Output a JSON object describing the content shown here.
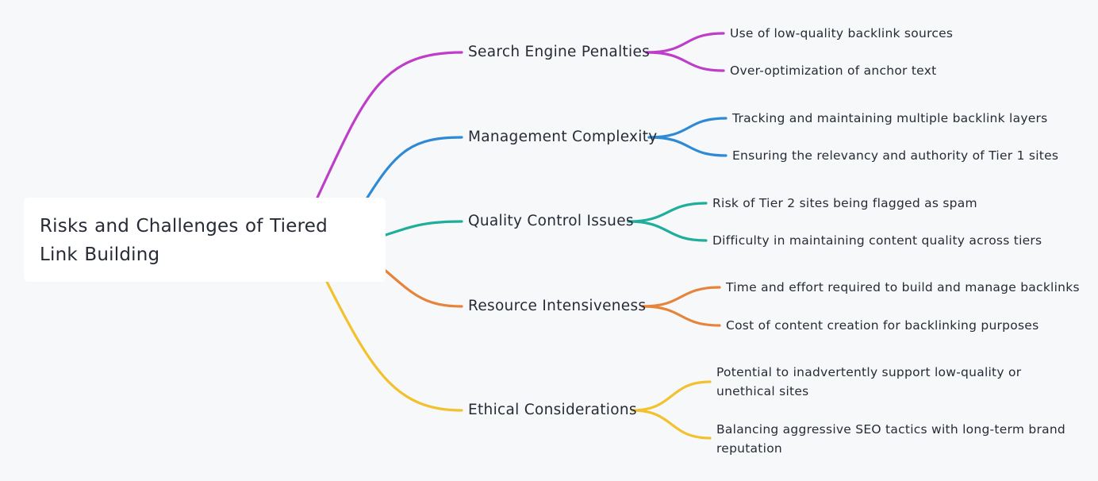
{
  "root": {
    "title": "Risks and Challenges of Tiered Link Building"
  },
  "branches": [
    {
      "label": "Search Engine Penalties",
      "color": "#be3ec8",
      "leaves": [
        "Use of low-quality backlink sources",
        "Over-optimization of anchor text"
      ]
    },
    {
      "label": "Management Complexity",
      "color": "#2f8ad6",
      "leaves": [
        "Tracking and maintaining multiple backlink layers",
        "Ensuring the relevancy and authority of Tier 1 sites"
      ]
    },
    {
      "label": "Quality Control Issues",
      "color": "#1fae9b",
      "leaves": [
        "Risk of Tier 2 sites being flagged as spam",
        "Difficulty in maintaining content quality across tiers"
      ]
    },
    {
      "label": "Resource Intensiveness",
      "color": "#e5843a",
      "leaves": [
        "Time and effort required to build and manage backlinks",
        "Cost of content creation for backlinking purposes"
      ]
    },
    {
      "label": "Ethical Considerations",
      "color": "#f2c12e",
      "leaves": [
        "Potential to inadvertently support low-quality or unethical sites",
        "Balancing aggressive SEO tactics with long-term brand reputation"
      ]
    }
  ]
}
